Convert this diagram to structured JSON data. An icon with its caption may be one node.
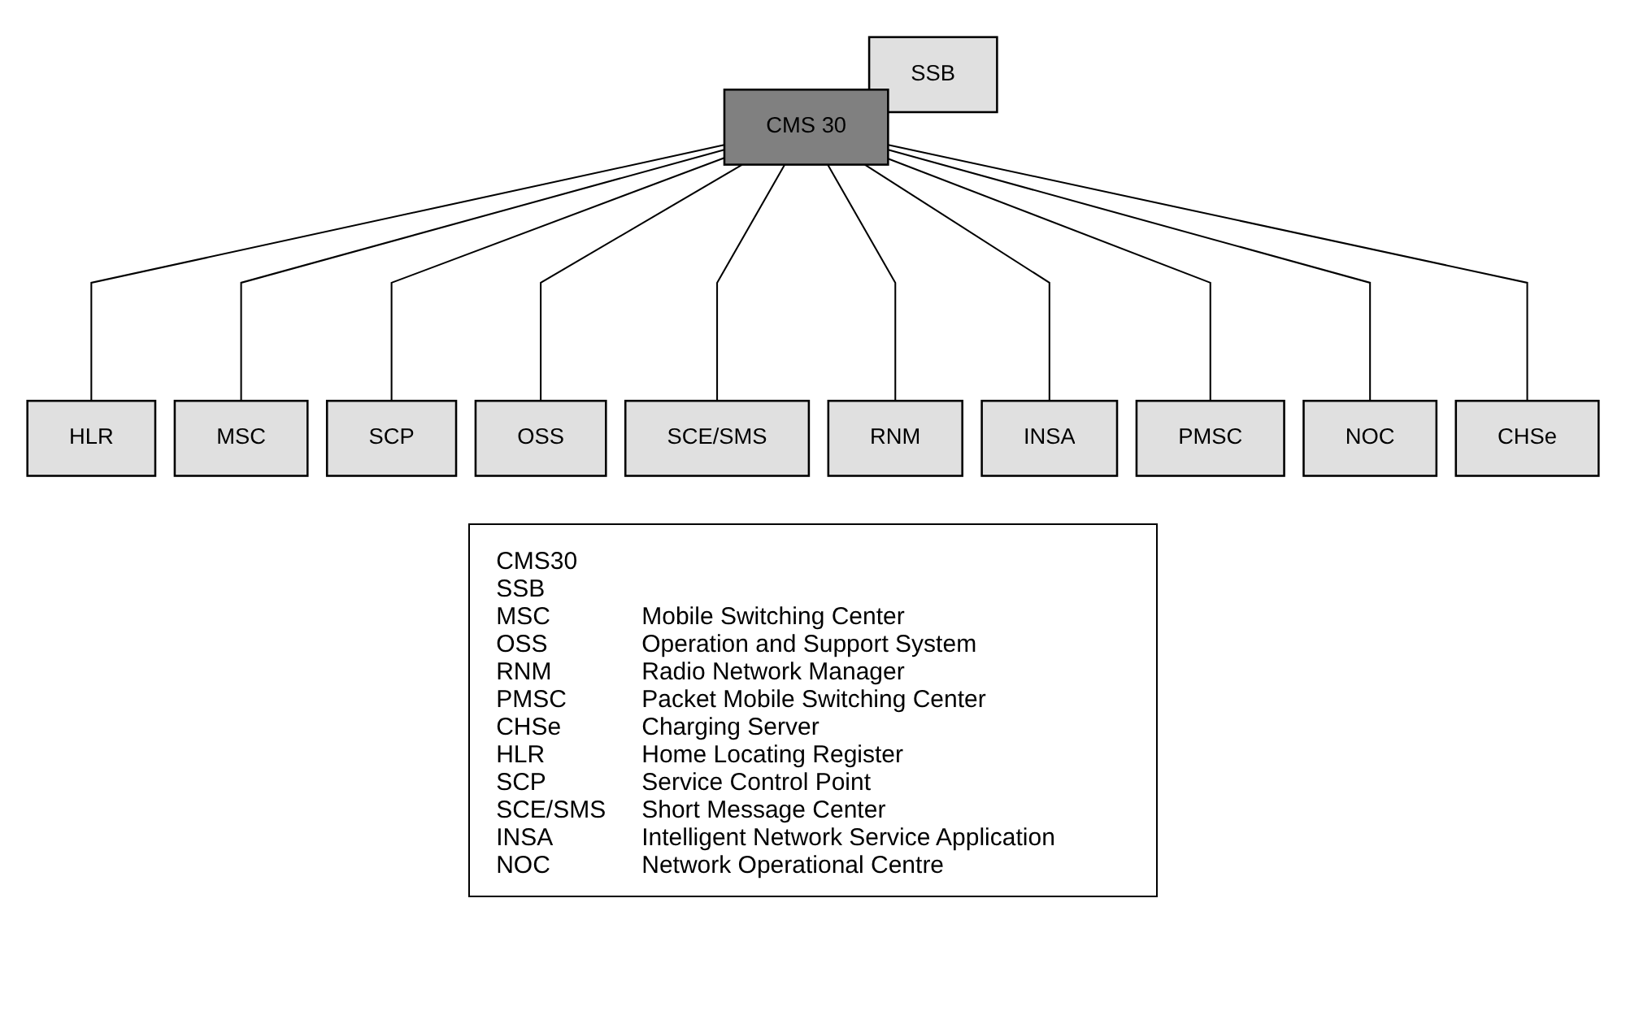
{
  "diagram": {
    "nodes": [
      {
        "text": [
          "SSB"
        ]
      },
      {
        "text": [
          "CMS 30"
        ]
      },
      {
        "text": [
          "HLR"
        ]
      },
      {
        "text": [
          "MSC"
        ]
      },
      {
        "text": [
          "SCP"
        ]
      },
      {
        "text": [
          "OSS"
        ]
      },
      {
        "text": [
          "SCE/SMS"
        ]
      },
      {
        "text": [
          "RNM"
        ]
      },
      {
        "text": [
          "INSA"
        ]
      },
      {
        "text": [
          "PMSC"
        ]
      },
      {
        "text": [
          "NOC"
        ]
      },
      {
        "text": [
          "CHSe"
        ]
      }
    ],
    "edges": [
      {
        "from": 1,
        "to": 2,
        "arrow": "none"
      },
      {
        "from": 1,
        "to": 3,
        "arrow": "none"
      },
      {
        "from": 1,
        "to": 4,
        "arrow": "none"
      },
      {
        "from": 1,
        "to": 5,
        "arrow": "none"
      },
      {
        "from": 1,
        "to": 6,
        "arrow": "none"
      },
      {
        "from": 1,
        "to": 7,
        "arrow": "none"
      },
      {
        "from": 1,
        "to": 8,
        "arrow": "none"
      },
      {
        "from": 1,
        "to": 9,
        "arrow": "none"
      },
      {
        "from": 1,
        "to": 10,
        "arrow": "none"
      },
      {
        "from": 1,
        "to": 11,
        "arrow": "none"
      }
    ],
    "labels": [
      "CMS30",
      "SSB",
      "MSC",
      "Mobile Switching Center",
      "OSS",
      "Operation and Support System",
      "RNM",
      "Radio Network Manager",
      "PMSC",
      "Packet Mobile Switching Center",
      "CHSe",
      "Charging Server",
      "HLR",
      "Home Locating Register",
      "SCP",
      "Service Control Point",
      "SCE/SMS",
      "Short Message Center",
      "INSA",
      "Intelligent Network Service Application",
      "NOC",
      "Network Operational Centre"
    ]
  }
}
